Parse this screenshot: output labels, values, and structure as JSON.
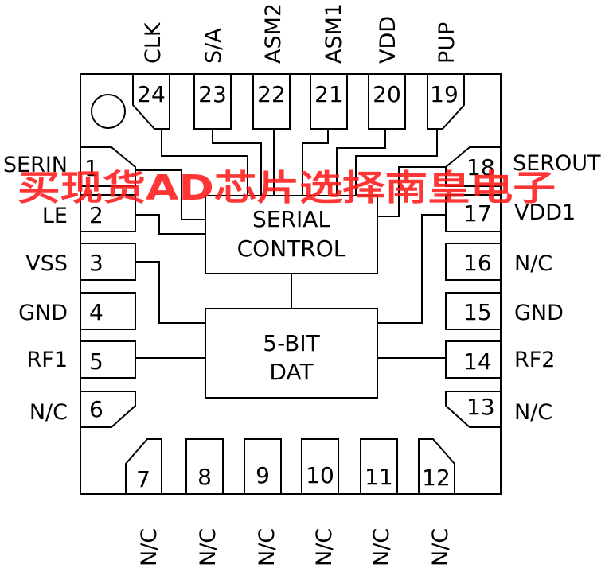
{
  "pins": {
    "p1": {
      "num": "1",
      "label": "SERIN"
    },
    "p2": {
      "num": "2",
      "label": "LE"
    },
    "p3": {
      "num": "3",
      "label": "VSS"
    },
    "p4": {
      "num": "4",
      "label": "GND"
    },
    "p5": {
      "num": "5",
      "label": "RF1"
    },
    "p6": {
      "num": "6",
      "label": "N/C"
    },
    "p7": {
      "num": "7",
      "label": "N/C"
    },
    "p8": {
      "num": "8",
      "label": "N/C"
    },
    "p9": {
      "num": "9",
      "label": "N/C"
    },
    "p10": {
      "num": "10",
      "label": "N/C"
    },
    "p11": {
      "num": "11",
      "label": "N/C"
    },
    "p12": {
      "num": "12",
      "label": "N/C"
    },
    "p13": {
      "num": "13",
      "label": "N/C"
    },
    "p14": {
      "num": "14",
      "label": "RF2"
    },
    "p15": {
      "num": "15",
      "label": "GND"
    },
    "p16": {
      "num": "16",
      "label": "N/C"
    },
    "p17": {
      "num": "17",
      "label": "VDD1"
    },
    "p18": {
      "num": "18",
      "label": "SEROUT"
    },
    "p19": {
      "num": "19",
      "label": "PUP"
    },
    "p20": {
      "num": "20",
      "label": "VDD"
    },
    "p21": {
      "num": "21",
      "label": "ASM1"
    },
    "p22": {
      "num": "22",
      "label": "ASM2"
    },
    "p23": {
      "num": "23",
      "label": "S/A"
    },
    "p24": {
      "num": "24",
      "label": "CLK"
    }
  },
  "blocks": {
    "serial_line1": "SERIAL",
    "serial_line2": "CONTROL",
    "dat_line1": "5-BIT",
    "dat_line2": "DAT"
  },
  "watermark": "买现货AD芯片选择南皇电子"
}
